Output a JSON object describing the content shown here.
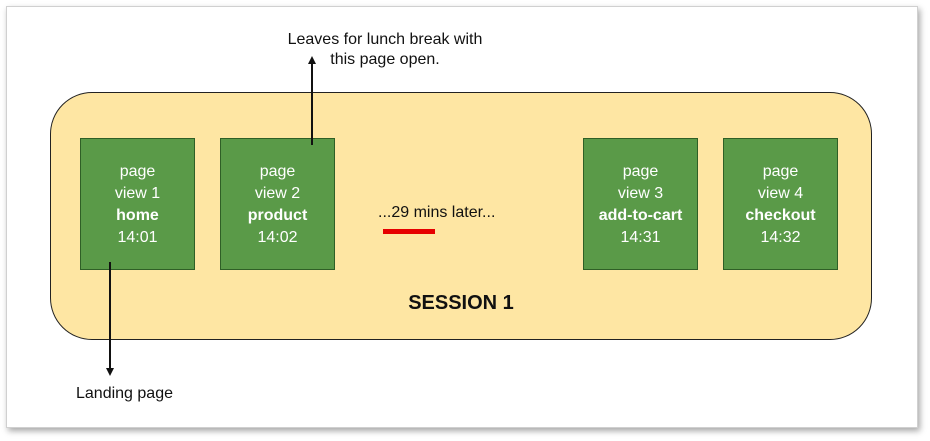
{
  "session": {
    "label": "SESSION 1",
    "fill_color": "#fee6a3"
  },
  "page_views": [
    {
      "line1": "page",
      "line2": "view 1",
      "name": "home",
      "time": "14:01"
    },
    {
      "line1": "page",
      "line2": "view 2",
      "name": "product",
      "time": "14:02"
    },
    {
      "line1": "page",
      "line2": "view 3",
      "name": "add-to-cart",
      "time": "14:31"
    },
    {
      "line1": "page",
      "line2": "view 4",
      "name": "checkout",
      "time": "14:32"
    }
  ],
  "gap_text": "...29 mins later...",
  "annotations": {
    "lunch_line1": "Leaves for lunch break with",
    "lunch_line2": "this page open.",
    "landing": "Landing page"
  },
  "colors": {
    "page_view": "#5a9a48",
    "highlight": "#e60000"
  }
}
